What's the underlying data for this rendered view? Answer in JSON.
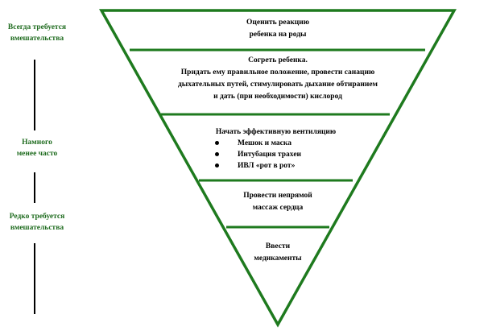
{
  "colors": {
    "pyramid": "#1e7a1e",
    "left_labels": "#1e6b1e",
    "text": "#000000"
  },
  "left_scale": {
    "always": [
      "Всегда требуется",
      "вмешательства"
    ],
    "less_often": [
      "Намного",
      "менее часто"
    ],
    "rarely": [
      "Редко требуется",
      "вмешательства"
    ]
  },
  "bands": {
    "assess": [
      "Оценить реакцию",
      "ребенка на роды"
    ],
    "warm": [
      "Согреть ребенка.",
      "Придать ему правильное положение, провести санацию",
      "дыхательных путей, стимулировать дыхание обтиранием",
      "и дать (при необходимости) кислород"
    ],
    "ventilation": {
      "title": "Начать эффективную вентиляцию",
      "items": [
        "Мешок и маска",
        "Интубация трахеи",
        "ИВЛ «рот в рот»"
      ]
    },
    "massage": [
      "Провести непрямой",
      "массаж сердца"
    ],
    "drugs": [
      "Ввести",
      "медикаменты"
    ]
  }
}
